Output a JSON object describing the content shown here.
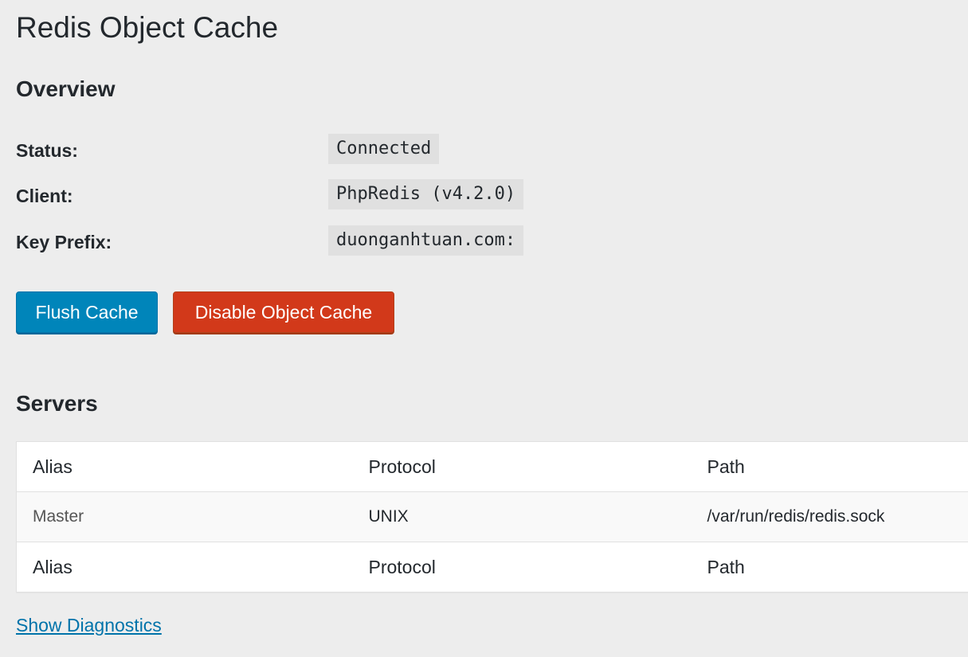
{
  "page": {
    "title": "Redis Object Cache"
  },
  "overview": {
    "title": "Overview",
    "rows": [
      {
        "label": "Status:",
        "value": "Connected"
      },
      {
        "label": "Client:",
        "value": "PhpRedis (v4.2.0)"
      },
      {
        "label": "Key Prefix:",
        "value": "duonganhtuan.com:"
      }
    ]
  },
  "actions": {
    "flush_label": "Flush Cache",
    "disable_label": "Disable Object Cache"
  },
  "servers": {
    "title": "Servers",
    "columns": [
      "Alias",
      "Protocol",
      "Path"
    ],
    "rows": [
      {
        "alias": "Master",
        "protocol": "UNIX",
        "path": "/var/run/redis/redis.sock"
      }
    ]
  },
  "diagnostics": {
    "link_label": "Show Diagnostics"
  },
  "colors": {
    "primary_button": "#0085ba",
    "danger_button": "#d2391a",
    "link": "#0073aa",
    "background": "#ededed"
  }
}
